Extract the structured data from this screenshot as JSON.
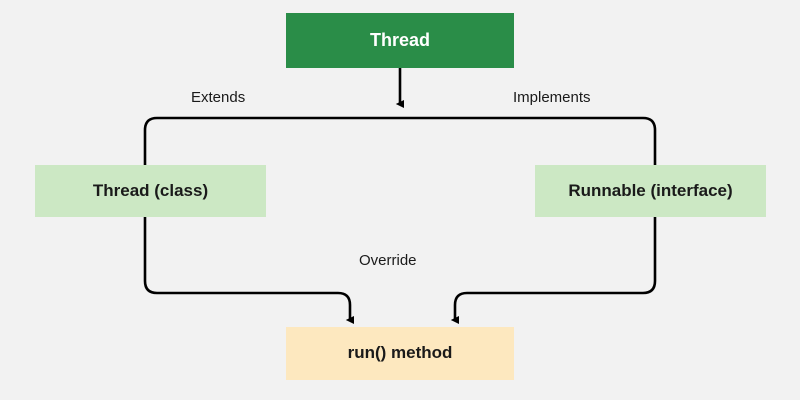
{
  "diagram": {
    "type": "flowchart",
    "background_color": "#f2f2f2",
    "nodes": [
      {
        "id": "thread-root",
        "label": "Thread",
        "fill": "#2a8d48",
        "text_color": "#ffffff"
      },
      {
        "id": "thread-class",
        "label": "Thread (class)",
        "fill": "#cce8c4",
        "text_color": "#1a1a1a"
      },
      {
        "id": "runnable-interface",
        "label": "Runnable (interface)",
        "fill": "#cce8c4",
        "text_color": "#1a1a1a"
      },
      {
        "id": "run-method",
        "label": "run() method",
        "fill": "#fde8bf",
        "text_color": "#1a1a1a"
      }
    ],
    "edges": [
      {
        "id": "extends-edge",
        "label": "Extends",
        "from": "thread-root",
        "to": "thread-class"
      },
      {
        "id": "implements-edge",
        "label": "Implements",
        "from": "thread-root",
        "to": "runnable-interface"
      },
      {
        "id": "override-edge",
        "label": "Override",
        "from": "thread-class",
        "to": "run-method"
      }
    ],
    "edge_color": "#000000"
  }
}
